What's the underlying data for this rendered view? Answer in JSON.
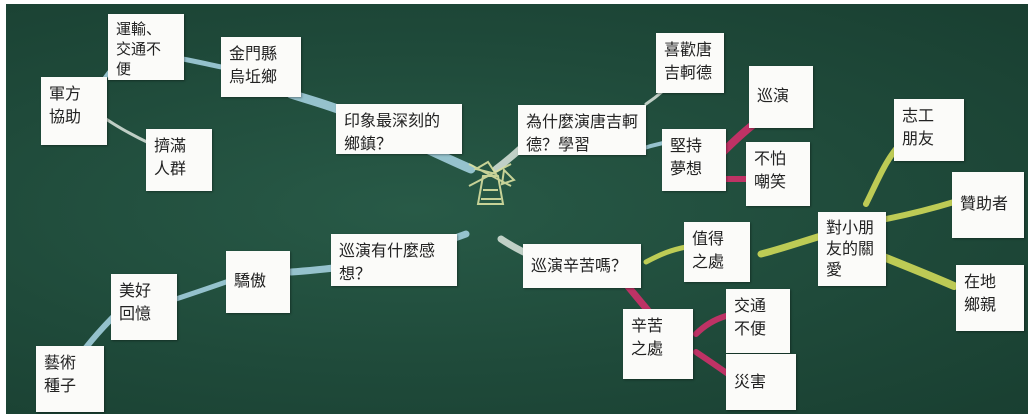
{
  "colors": {
    "board": "#1f4a3a",
    "chalk_blue": "#a9d6e6",
    "chalk_white": "#e7efe7",
    "chalk_yellow": "#d9e25a",
    "chalk_pink": "#d0306a"
  },
  "center_icon": "windmill-drawing",
  "cards": {
    "transport": "運輸、\n交通不\n便",
    "kinmen": "金門縣\n烏坵鄉",
    "military": "軍方\n協助",
    "crowd": "擠滿\n人群",
    "impression": "印象最深刻的\n鄉鎮？",
    "why": "為什麼演唐吉軻\n德？學習",
    "likes": "喜歡唐\n吉軻德",
    "tour": "巡演",
    "persist": "堅持\n夢想",
    "not_afraid": "不怕\n嘲笑",
    "volunteer": "志工\n朋友",
    "sponsor": "贊助者",
    "kids_love": "對小朋\n友的關\n愛",
    "locals": "在地\n鄉親",
    "worth": "值得\n之處",
    "tiring": "巡演辛苦嗎？",
    "feeling": "巡演有什麼感\n想？",
    "proud": "驕傲",
    "memories": "美好\n回憶",
    "seeds": "藝術\n種子",
    "hardship": "辛苦\n之處",
    "traffic": "交通\n不便",
    "disaster": "災害"
  }
}
